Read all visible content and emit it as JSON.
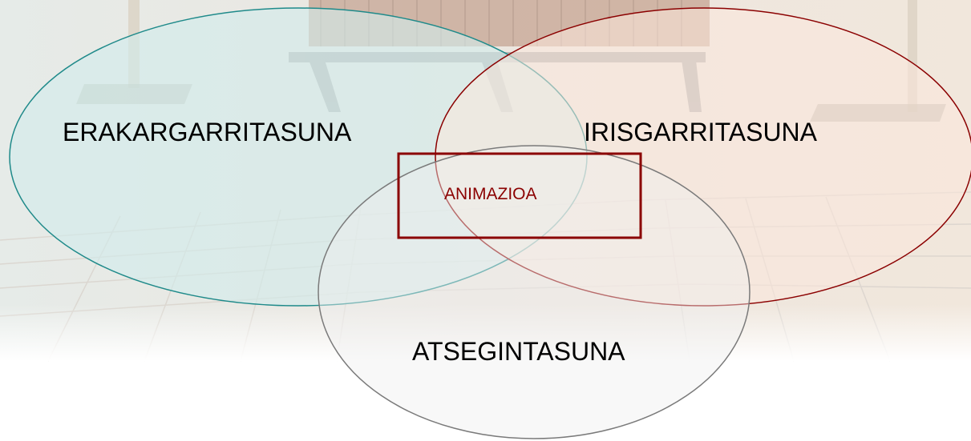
{
  "diagram": {
    "type": "venn",
    "sets": [
      {
        "key": "erakargarritasuna",
        "label": "ERAKARGARRITASUNA",
        "stroke": "#1f8a8a",
        "fill": "#d2ecec"
      },
      {
        "key": "irisgarritasuna",
        "label": "IRISGARRITASUNA",
        "stroke": "#8b0000",
        "fill": "#fbe7dc"
      },
      {
        "key": "atsegintasuna",
        "label": "ATSEGINTASUNA",
        "stroke": "#7a7a7a",
        "fill": "#efefef"
      }
    ],
    "center": {
      "label": "ANIMAZIOA",
      "color": "#8b0000"
    }
  },
  "background": {
    "description_icon": "street-bench-photo-icon",
    "tint": "#e9e4dd"
  }
}
